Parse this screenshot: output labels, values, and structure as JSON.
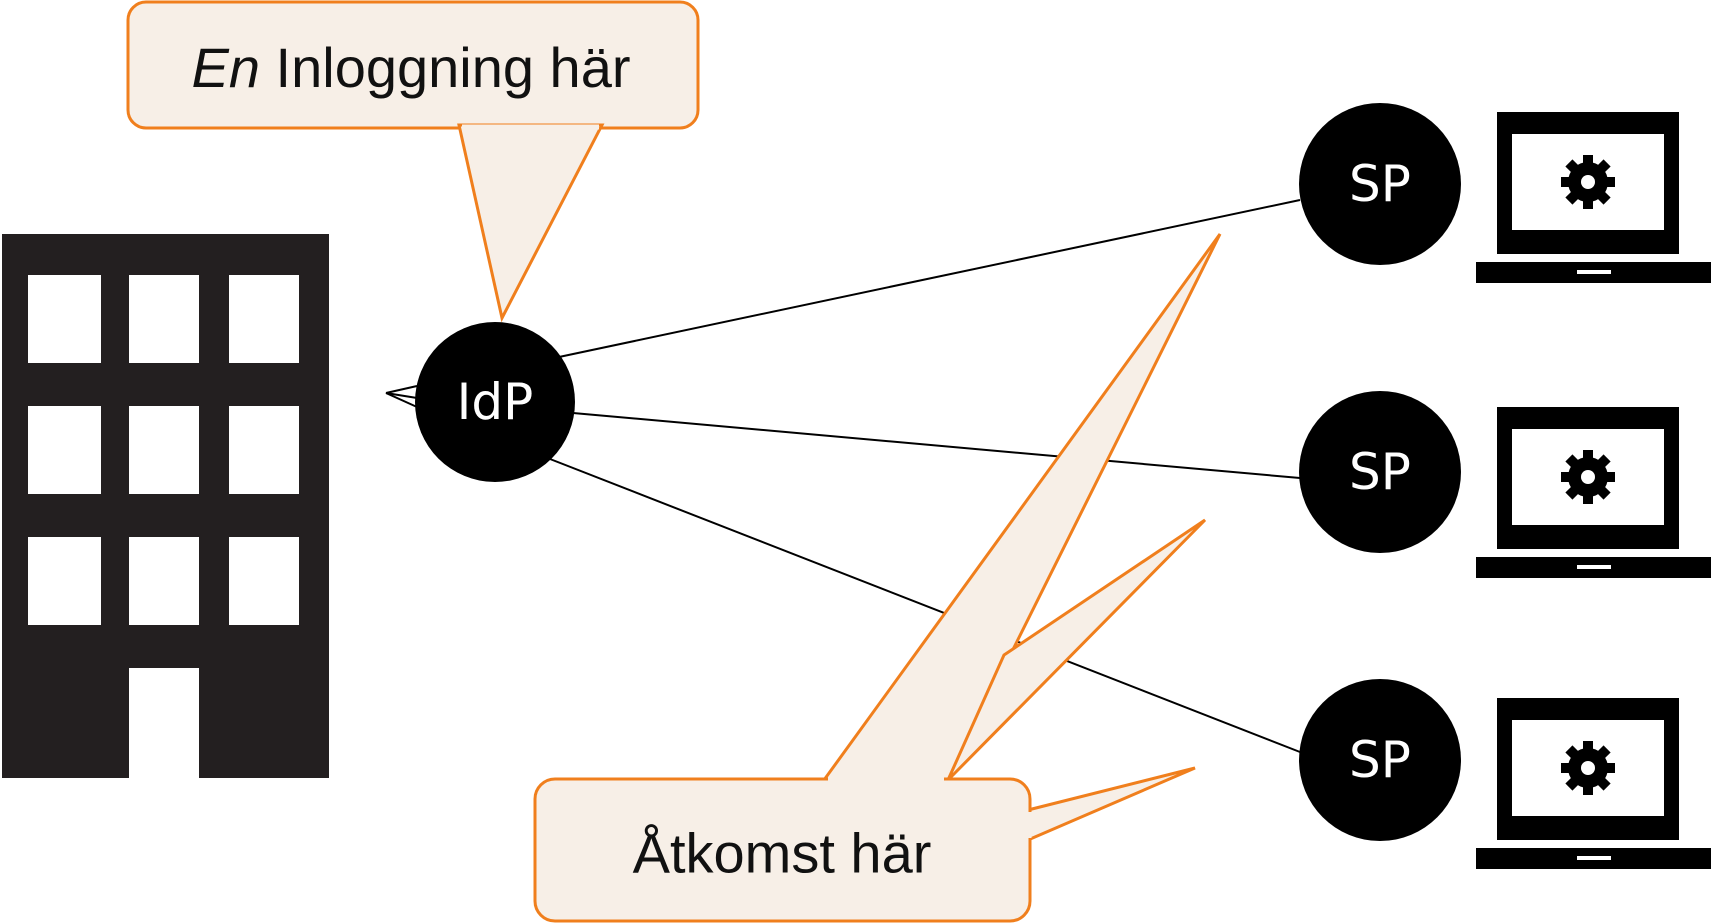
{
  "callouts": {
    "top_emphasis": "En",
    "top_rest": " Inloggning här",
    "bottom": "Åtkomst här"
  },
  "nodes": {
    "idp": "IdP",
    "sp": [
      "SP",
      "SP",
      "SP"
    ]
  },
  "colors": {
    "callout_border": "#f07f1d",
    "callout_fill": "#f7efe7",
    "dark": "#231f20",
    "node_fill": "#000000",
    "line": "#000000"
  },
  "icons": {
    "organization": "building-icon",
    "service": "laptop-gear-icon"
  }
}
